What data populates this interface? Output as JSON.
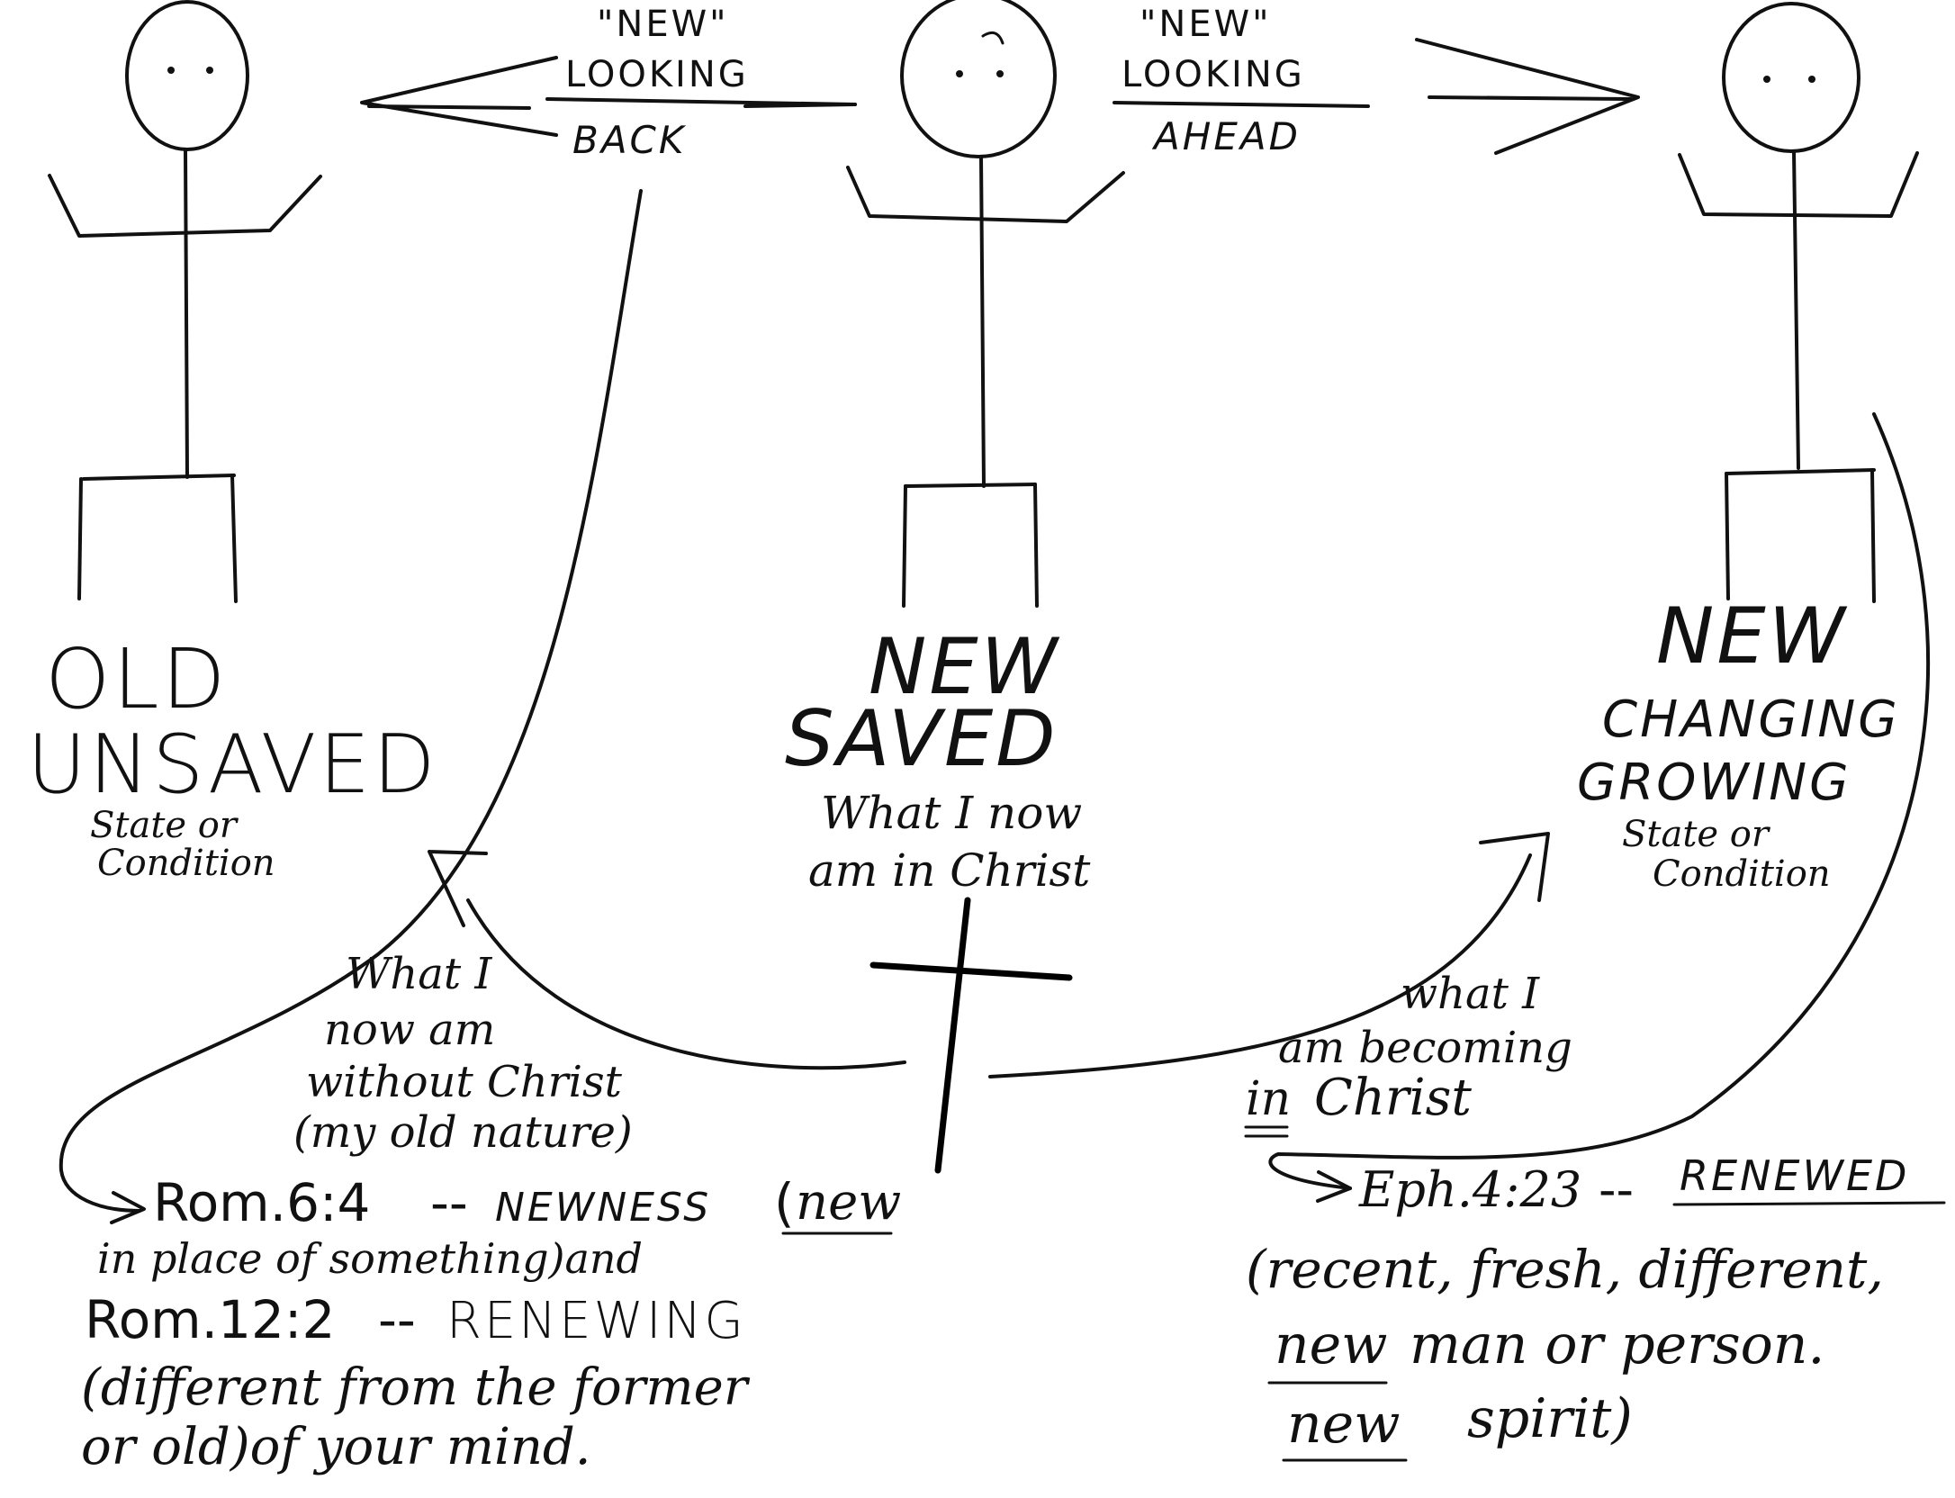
{
  "top_labels": {
    "back": {
      "quote": "\"NEW\"",
      "looking": "LOOKING",
      "direction": "BACK"
    },
    "ahead": {
      "quote": "\"NEW\"",
      "looking": "LOOKING",
      "direction": "AHEAD"
    }
  },
  "figures": {
    "old": {
      "line1": "OLD",
      "line2": "UNSAVED",
      "line3": "State or",
      "line4": "Condition"
    },
    "new_saved": {
      "line1": "NEW",
      "line2": "SAVED",
      "line3": "What I now",
      "line4": "am in Christ"
    },
    "new_growing": {
      "line1": "NEW",
      "line2": "CHANGING",
      "line3": "GROWING",
      "line4": "State or",
      "line5": "Condition"
    }
  },
  "arrow_left_caption": {
    "l1": "What I",
    "l2": "now am",
    "l3": "without Christ",
    "l4": "(my old nature)"
  },
  "arrow_right_caption": {
    "l1": "what I",
    "l2": "am becoming",
    "l3_word": "in",
    "l3_rest": "Christ"
  },
  "bottom_left": {
    "ref1": "Rom.6:4",
    "dash1": "--",
    "word1": "NEWNESS",
    "paren1_open": "(",
    "paren1_new": "new",
    "line2": "in place of something)and",
    "ref2": "Rom.12:2",
    "dash2": "--",
    "word2": "RENEWING",
    "line4": "(different from the former",
    "line5": "or old)of your mind."
  },
  "bottom_right": {
    "ref": "Eph.4:23",
    "dash": "--",
    "word": "RENEWED",
    "line2": "(recent, fresh, different,",
    "line3_new": "new",
    "line3_rest": "man or person.",
    "line4_new": "new",
    "line4_rest": "spirit)"
  }
}
